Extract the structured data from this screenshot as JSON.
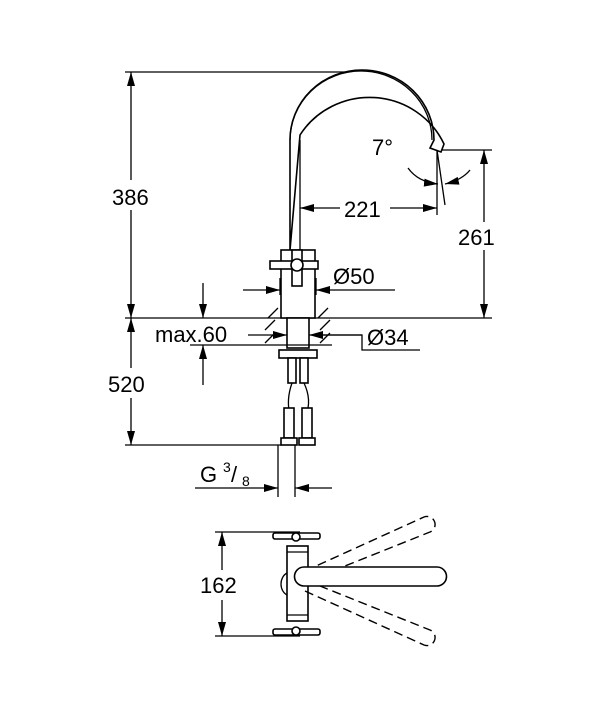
{
  "drawing": {
    "side_view": {
      "height_total": "386",
      "spout_reach": "221",
      "spout_height": "261",
      "spout_angle": "7°",
      "handle_diameter": "Ø50",
      "max_deck_thickness": "max.60",
      "hole_diameter": "Ø34",
      "hose_length": "520",
      "connection_thread_prefix": "G",
      "connection_thread_num": "3",
      "connection_thread_den": "8"
    },
    "top_view": {
      "handle_span": "162"
    }
  }
}
